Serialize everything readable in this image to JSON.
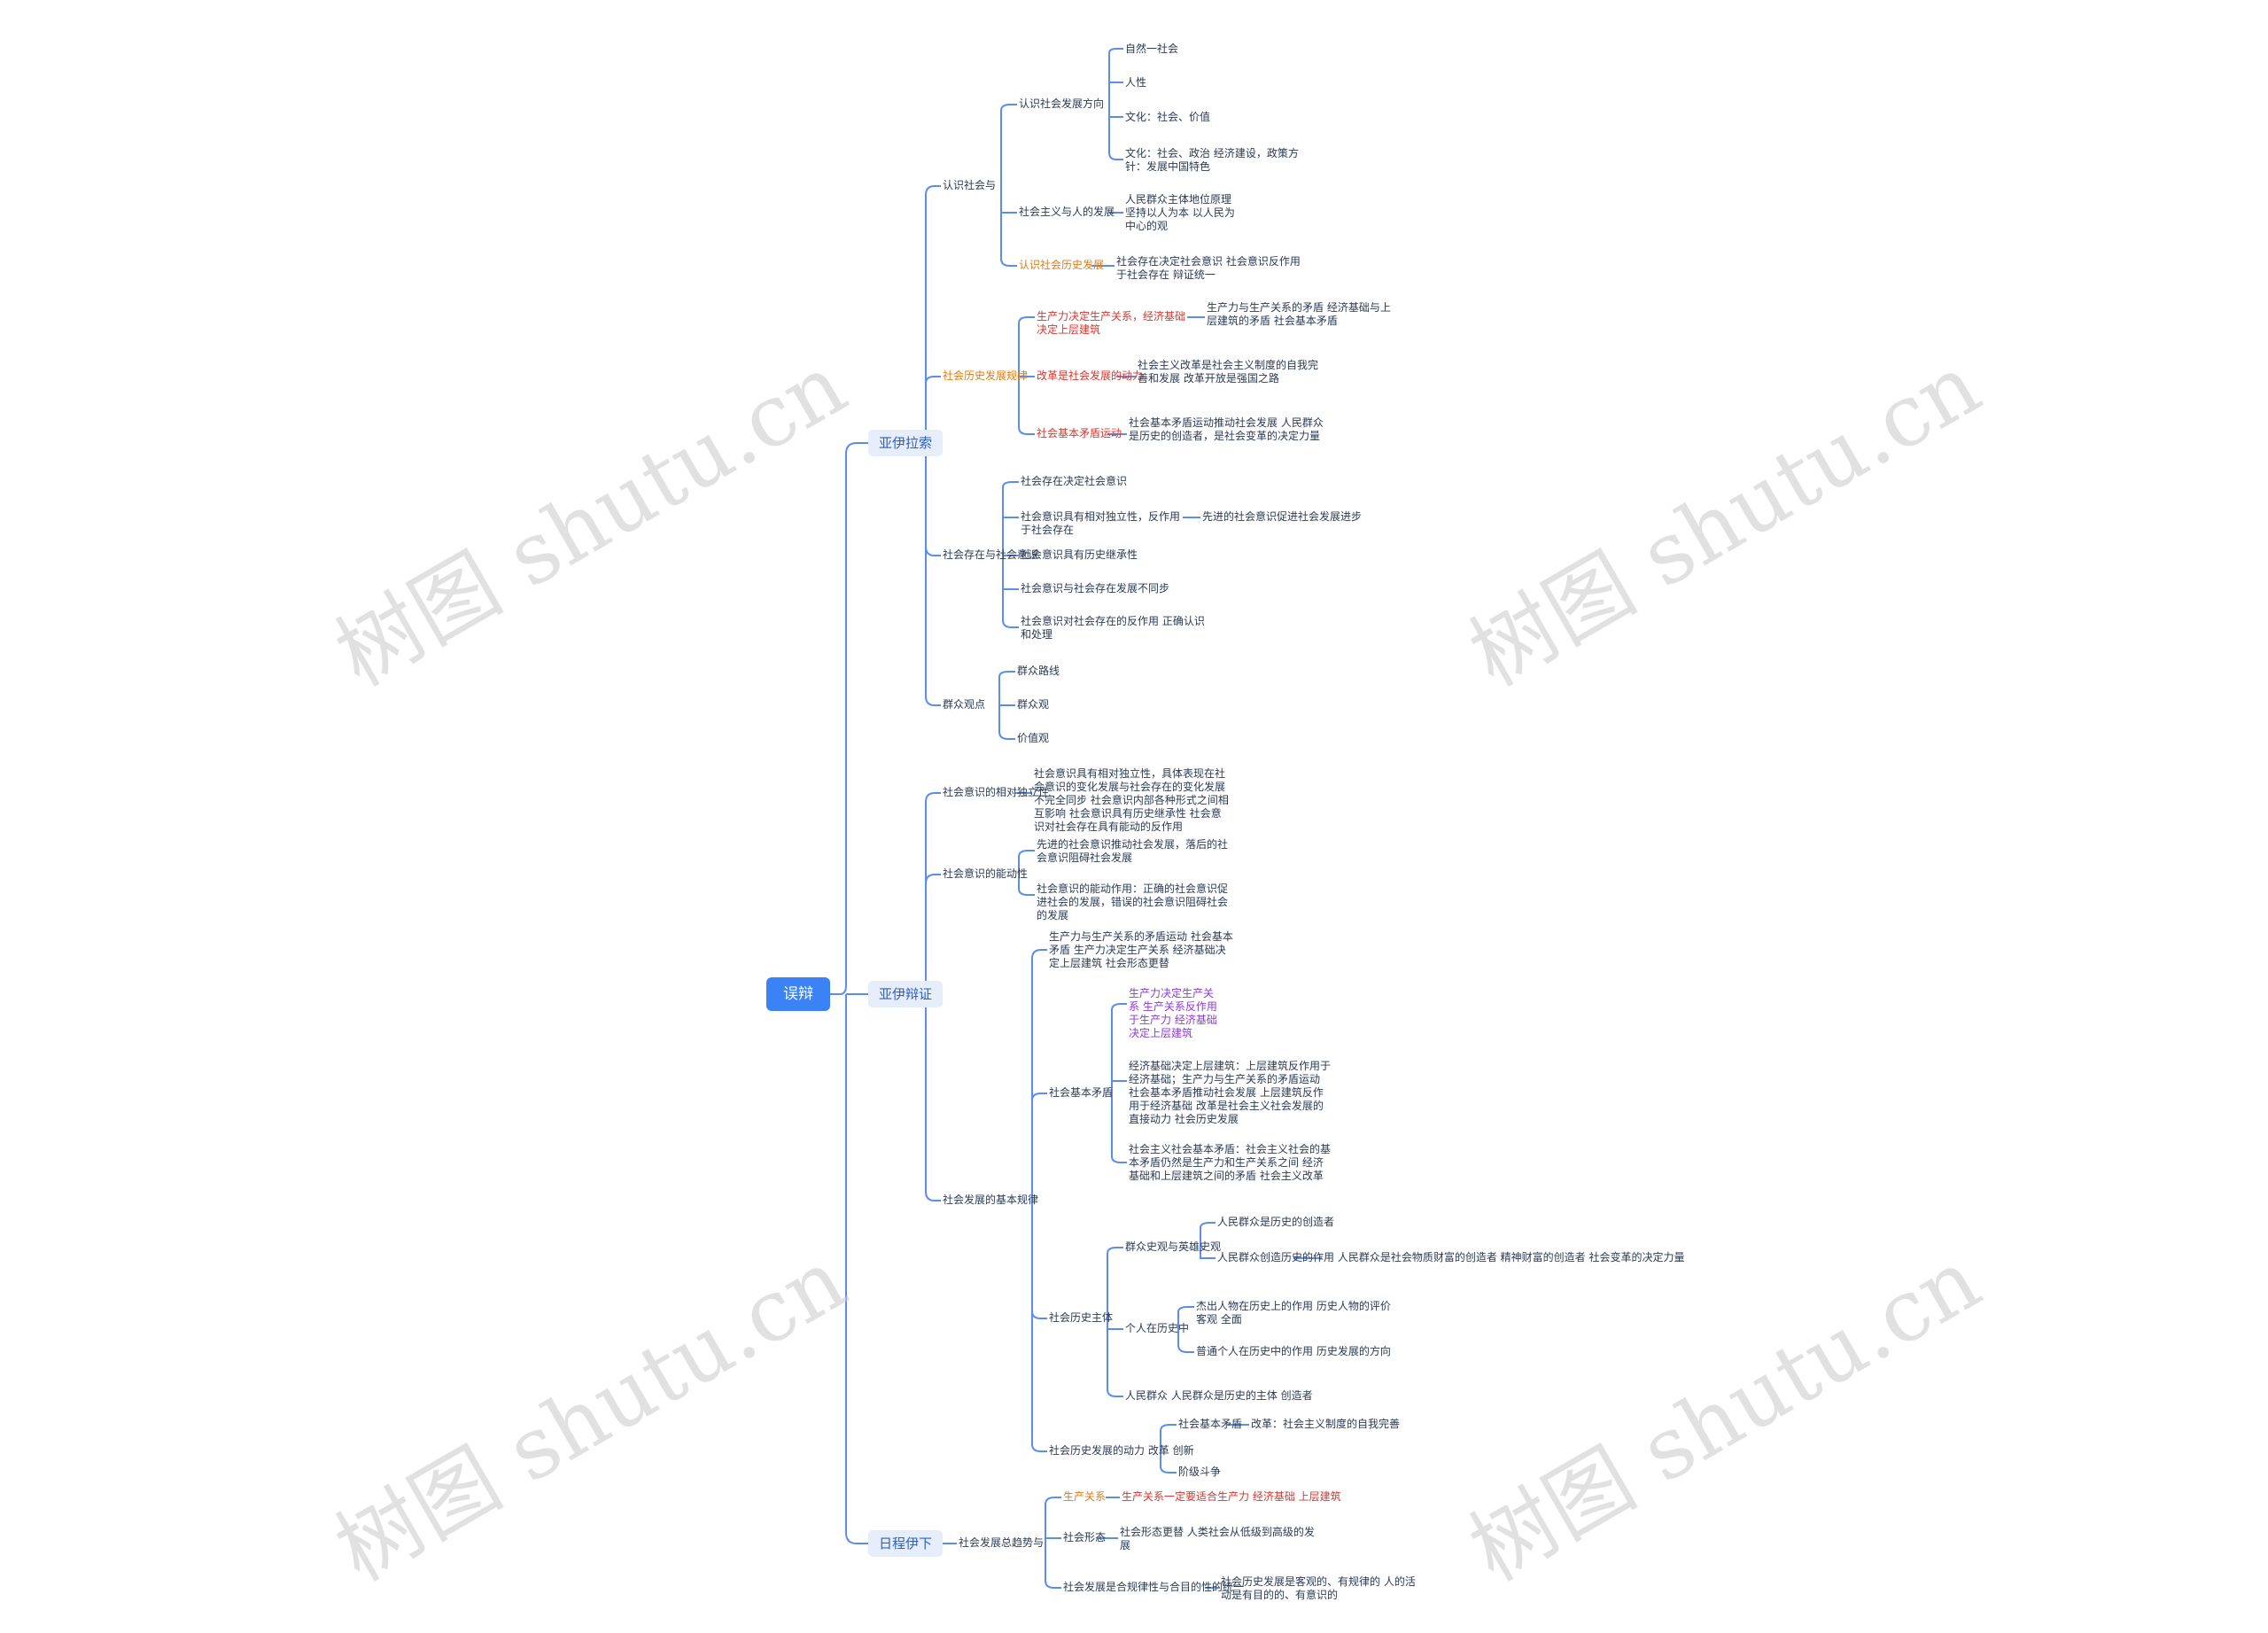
{
  "root": {
    "label": "误辩"
  },
  "branch1": {
    "label": "亚伊拉索",
    "groups": [
      {
        "label": "认识社会与",
        "children": [
          {
            "label": "认识社会发展方向",
            "children": [
              "自然一社会",
              "人性",
              "文化：社会、价值",
              "文化：社会、政治 经济建设，政策方针：发展中国特色"
            ]
          },
          {
            "label": "社会主义与人的发展",
            "children": [
              "人民群众主体地位原理 坚持以人为本 以人民为中心的观"
            ]
          },
          {
            "label": "认识社会历史发展",
            "children": [
              "社会存在决定社会意识 社会意识反作用于社会存在 辩证统一"
            ]
          }
        ]
      },
      {
        "label": "社会历史发展规律",
        "children": [
          {
            "label": "生产力决定生产关系，经济基础决定上层建筑",
            "children": [
              "生产力与生产关系的矛盾 经济基础与上层建筑的矛盾 社会基本矛盾"
            ]
          },
          {
            "label": "改革是社会发展的动力",
            "children": [
              "社会主义改革是社会主义制度的自我完善和发展 改革开放是强国之路"
            ]
          },
          {
            "label": "社会基本矛盾运动",
            "children": [
              "社会基本矛盾运动推动社会发展 人民群众是历史的创造者，是社会变革的决定力量"
            ]
          }
        ]
      },
      {
        "label": "社会存在与社会意识",
        "children": [
          {
            "label": "社会存在决定社会意识",
            "children": []
          },
          {
            "label": "社会意识具有相对独立性，反作用于社会存在",
            "children": [
              "先进的社会意识促进社会发展进步"
            ]
          },
          {
            "label": "社会意识具有历史继承性",
            "children": []
          },
          {
            "label": "社会意识与社会存在发展不同步",
            "children": []
          },
          {
            "label": "社会意识对社会存在的反作用 正确认识和处理",
            "children": []
          }
        ]
      },
      {
        "label": "群众观点",
        "children": [
          {
            "label": "群众路线",
            "children": []
          },
          {
            "label": "群众观",
            "children": []
          },
          {
            "label": "价值观",
            "children": []
          }
        ]
      }
    ]
  },
  "branch2": {
    "label": "亚伊辩证",
    "groups": [
      {
        "label": "社会意识的相对独立性",
        "children": [
          "社会意识具有相对独立性，具体表现在社会意识的变化发展与社会存在的变化发展不完全同步 社会意识内部各种形式之间相互影响 社会意识具有历史继承性 社会意识对社会存在具有能动的反作用"
        ]
      },
      {
        "label": "社会意识的能动性",
        "children": [
          "先进的社会意识推动社会发展，落后的社会意识阻碍社会发展",
          "社会意识的能动作用：正确的社会意识促进社会的发展，错误的社会意识阻碍社会的发展"
        ]
      },
      {
        "label": "社会发展的基本规律",
        "children": [
          {
            "label": "生产力与生产关系的矛盾运动 社会基本矛盾 生产力决定生产关系 经济基础决定上层建筑 社会形态更替",
            "children": []
          },
          {
            "label": "社会基本矛盾",
            "children": [
              "生产力决定生产关系 生产关系反作用于生产力 经济基础决定上层建筑",
              "经济基础决定上层建筑：上层建筑反作用于经济基础；生产力与生产关系的矛盾运动 社会基本矛盾推动社会发展 上层建筑反作用于经济基础 改革是社会主义社会发展的直接动力 社会历史发展",
              "社会主义社会基本矛盾：社会主义社会的基本矛盾仍然是生产力和生产关系之间 经济基础和上层建筑之间的矛盾 社会主义改革"
            ]
          },
          {
            "label": "社会历史主体",
            "children": [
              {
                "label": "群众史观与英雄史观",
                "children": [
                  "人民群众是历史的创造者",
                  "人民群众创造历史的作用 人民群众是社会物质财富的创造者 精神财富的创造者 社会变革的决定力量"
                ]
              },
              {
                "label": "个人在历史中",
                "children": [
                  "杰出人物在历史上的作用 历史人物的评价 客观 全面",
                  "普通个人在历史中的作用 历史发展的方向"
                ]
              },
              {
                "label": "人民群众 人民群众是历史的主体 创造者",
                "children": []
              }
            ]
          },
          {
            "label": "社会历史发展的动力 改革 创新",
            "children": [
              {
                "label": "社会基本矛盾",
                "children": [
                  "改革：社会主义制度的自我完善"
                ]
              },
              {
                "label": "阶级斗争",
                "children": []
              }
            ]
          }
        ]
      }
    ]
  },
  "branch3": {
    "label": "日程伊下",
    "groups": [
      {
        "label": "社会发展总趋势与",
        "children": [
          {
            "label": "生产关系",
            "children": [
              "生产关系一定要适合生产力 经济基础 上层建筑"
            ]
          },
          {
            "label": "社会形态",
            "children": [
              "社会形态更替 人类社会从低级到高级的发展"
            ]
          },
          {
            "label": "社会发展是合规律性与合目的性的统一",
            "children": [
              "社会历史发展是客观的、有规律的 人的活动是有目的的、有意识的"
            ]
          }
        ]
      }
    ]
  },
  "watermark": "树图 shutu.cn"
}
